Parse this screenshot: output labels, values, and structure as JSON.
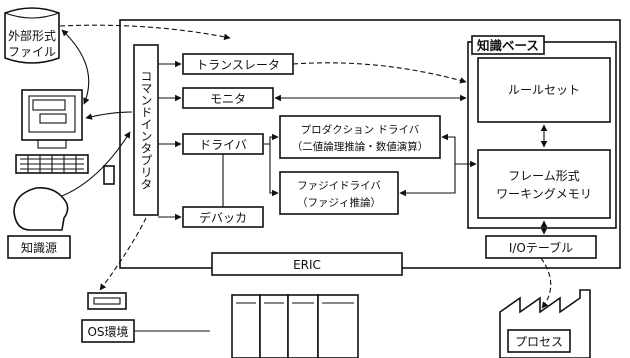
{
  "diagram": {
    "external_file": {
      "line1": "外部形式",
      "line2": "ファイル"
    },
    "command_interpreter": "コマンドインタプリタ",
    "translator": "トランスレータ",
    "monitor": "モニタ",
    "driver": "ドライバ",
    "debugger": "デバッカ",
    "production_driver": {
      "line1": "プロダクション ドライバ",
      "line2": "（二値論理推論・数値演算）"
    },
    "fuzzy_driver": {
      "line1": "ファジイドライバ",
      "line2": "（ファジィ推論）"
    },
    "knowledge_base": "知識ベース",
    "rule_set": "ルールセット",
    "frame_memory": {
      "line1": "フレーム形式",
      "line2": "ワーキングメモリ"
    },
    "io_table": "I/Oテーブル",
    "eric": "ERIC",
    "knowledge_source": "知識源",
    "os_env": "OS環境",
    "process": "プロセス"
  }
}
